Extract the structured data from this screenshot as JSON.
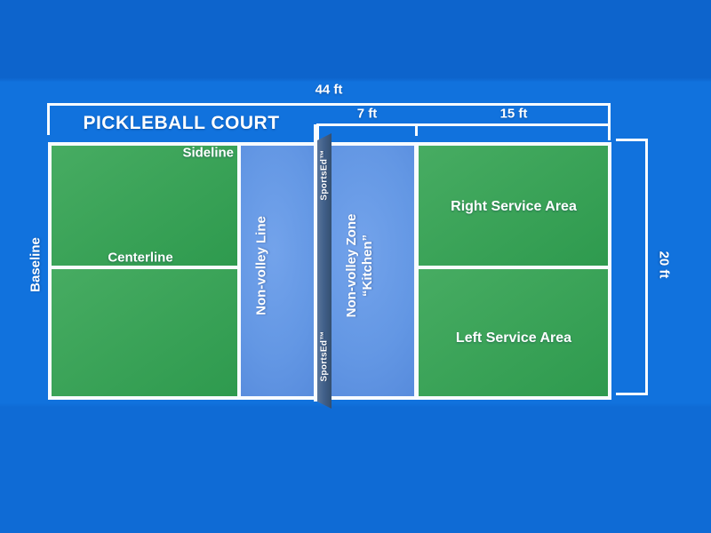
{
  "diagram": {
    "title": "PICKLEBALL COURT",
    "watermark_top": "SportsEd™",
    "watermark_bottom": "SportsEd™"
  },
  "measurements": {
    "total_width": "44 ft",
    "kitchen_width": "7 ft",
    "service_area_width": "15 ft",
    "court_width": "20 ft"
  },
  "court_labels": {
    "sideline": "Sideline",
    "baseline": "Baseline",
    "centerline": "Centerline",
    "non_volley_line": "Non-volley Line",
    "non_volley_zone": "Non-volley Zone",
    "kitchen": "“Kitchen”",
    "right_service_area": "Right Service Area",
    "left_service_area": "Left Service Area"
  },
  "colors": {
    "bg_main": "#1172dd",
    "bg_top": "#0d64cc",
    "bg_bottom": "#0f6bd5",
    "green_light": "#47ac62",
    "green_dark": "#2e9a4e",
    "nvz_light": "#73a3eb",
    "nvz_mid": "#6397e4",
    "nvz_dark": "#4c81d6",
    "net_main": "#42618b",
    "net_light": "#5a7499",
    "net_dark": "#344f70",
    "line_white": "#f7fbff"
  }
}
